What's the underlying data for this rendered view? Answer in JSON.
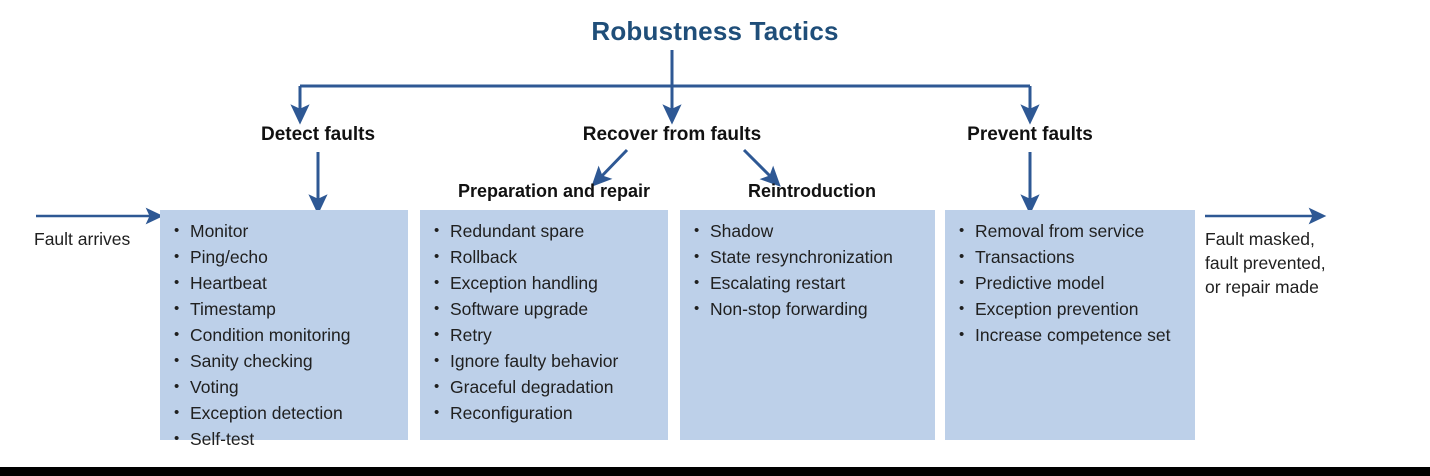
{
  "diagram": {
    "title": "Robustness Tactics",
    "accent_color": "#1F4E79",
    "arrow_color": "#2E5894",
    "box_fill": "#BDD0E9",
    "text_color": "#202020"
  },
  "level1": [
    {
      "label": "Detect faults"
    },
    {
      "label": "Recover from faults"
    },
    {
      "label": "Prevent faults"
    }
  ],
  "level2": [
    {
      "label": "Preparation and repair"
    },
    {
      "label": "Reintroduction"
    }
  ],
  "edges": {
    "input_label": "Fault arrives",
    "output_label": "Fault masked,\nfault prevented,\nor repair made"
  },
  "boxes": [
    {
      "name": "detect-faults-box",
      "items": [
        "Monitor",
        "Ping/echo",
        "Heartbeat",
        "Timestamp",
        "Condition monitoring",
        "Sanity checking",
        "Voting",
        "Exception detection",
        "Self-test"
      ]
    },
    {
      "name": "preparation-and-repair-box",
      "items": [
        "Redundant spare",
        "Rollback",
        "Exception handling",
        "Software upgrade",
        "Retry",
        "Ignore faulty behavior",
        "Graceful degradation",
        "Reconfiguration"
      ]
    },
    {
      "name": "reintroduction-box",
      "items": [
        "Shadow",
        "State resynchronization",
        "Escalating restart",
        "Non-stop forwarding"
      ]
    },
    {
      "name": "prevent-faults-box",
      "items": [
        "Removal from service",
        "Transactions",
        "Predictive model",
        "Exception prevention",
        "Increase competence set"
      ]
    }
  ]
}
